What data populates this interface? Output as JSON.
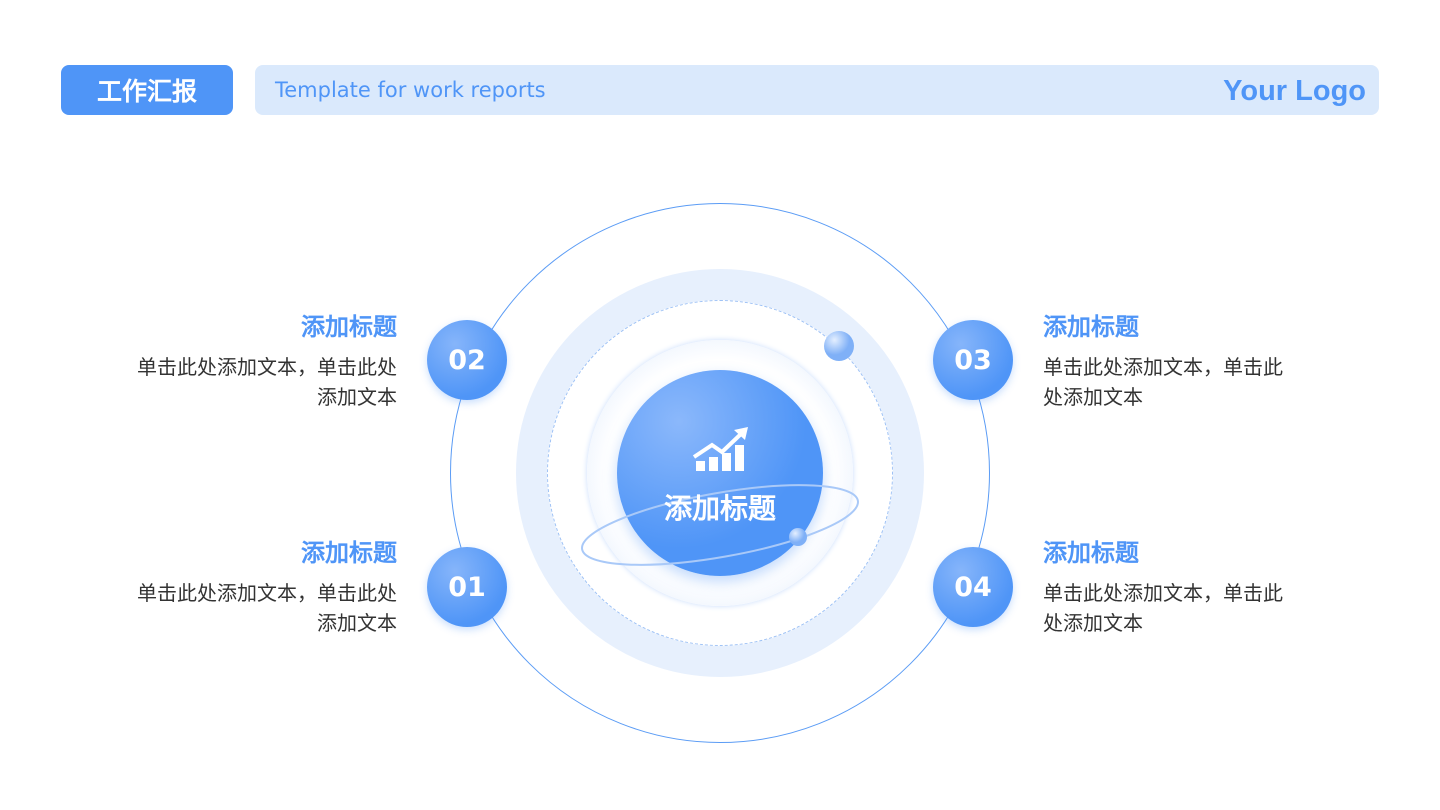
{
  "header": {
    "tag": "工作汇报",
    "subtitle": "Template for work reports",
    "logo": "Your Logo"
  },
  "center": {
    "title": "添加标题",
    "icon": "growth-chart-icon"
  },
  "items": [
    {
      "num": "01",
      "title": "添加标题",
      "body": "单击此处添加文本，单击此处添加文本"
    },
    {
      "num": "02",
      "title": "添加标题",
      "body": "单击此处添加文本，单击此处添加文本"
    },
    {
      "num": "03",
      "title": "添加标题",
      "body": "单击此处添加文本，单击此处添加文本"
    },
    {
      "num": "04",
      "title": "添加标题",
      "body": "单击此处添加文本，单击此处添加文本"
    }
  ],
  "colors": {
    "accent": "#4f95f7",
    "bar": "#dae9fc"
  }
}
